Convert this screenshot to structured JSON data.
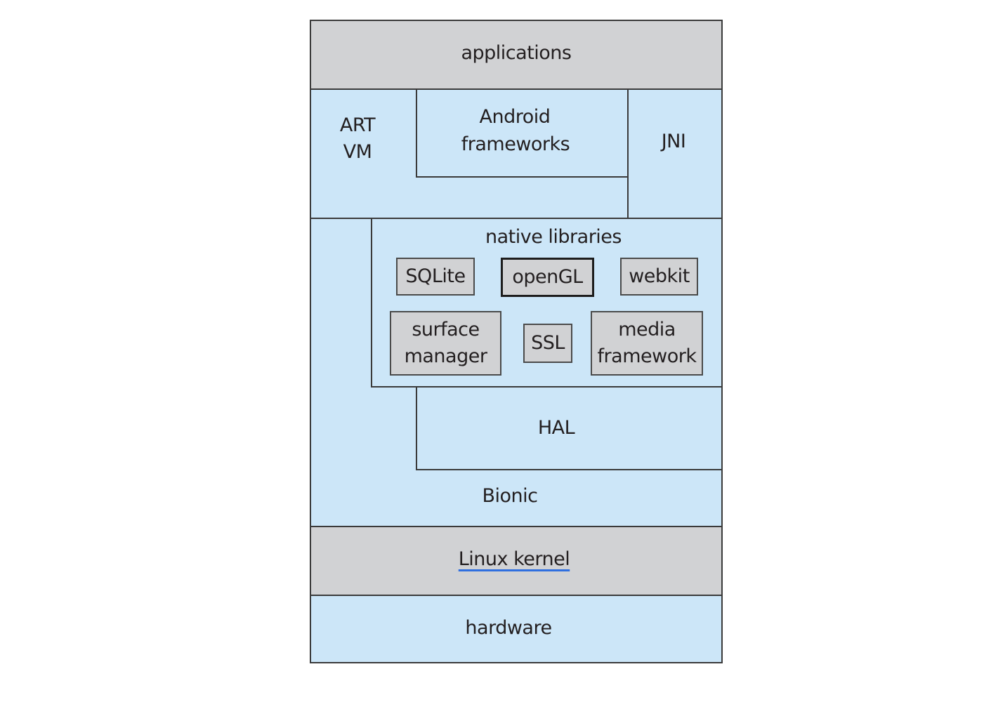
{
  "diagram": {
    "title": "Android software stack",
    "layers": {
      "applications": "applications",
      "art_vm": [
        "ART",
        "VM"
      ],
      "android_frameworks": [
        "Android",
        "frameworks"
      ],
      "jni": "JNI",
      "native_libraries": "native libraries",
      "hal": "HAL",
      "bionic": "Bionic",
      "linux_kernel": "Linux kernel",
      "hardware": "hardware"
    },
    "native_library_items": {
      "sqlite": "SQLite",
      "opengl": "openGL",
      "webkit": "webkit",
      "surface_manager": [
        "surface",
        "manager"
      ],
      "ssl": "SSL",
      "media_framework": [
        "media",
        "framework"
      ]
    },
    "colors": {
      "blue_fill": "#cce6f8",
      "gray_fill": "#d1d2d4",
      "link_underline": "#2f6fe0"
    }
  }
}
